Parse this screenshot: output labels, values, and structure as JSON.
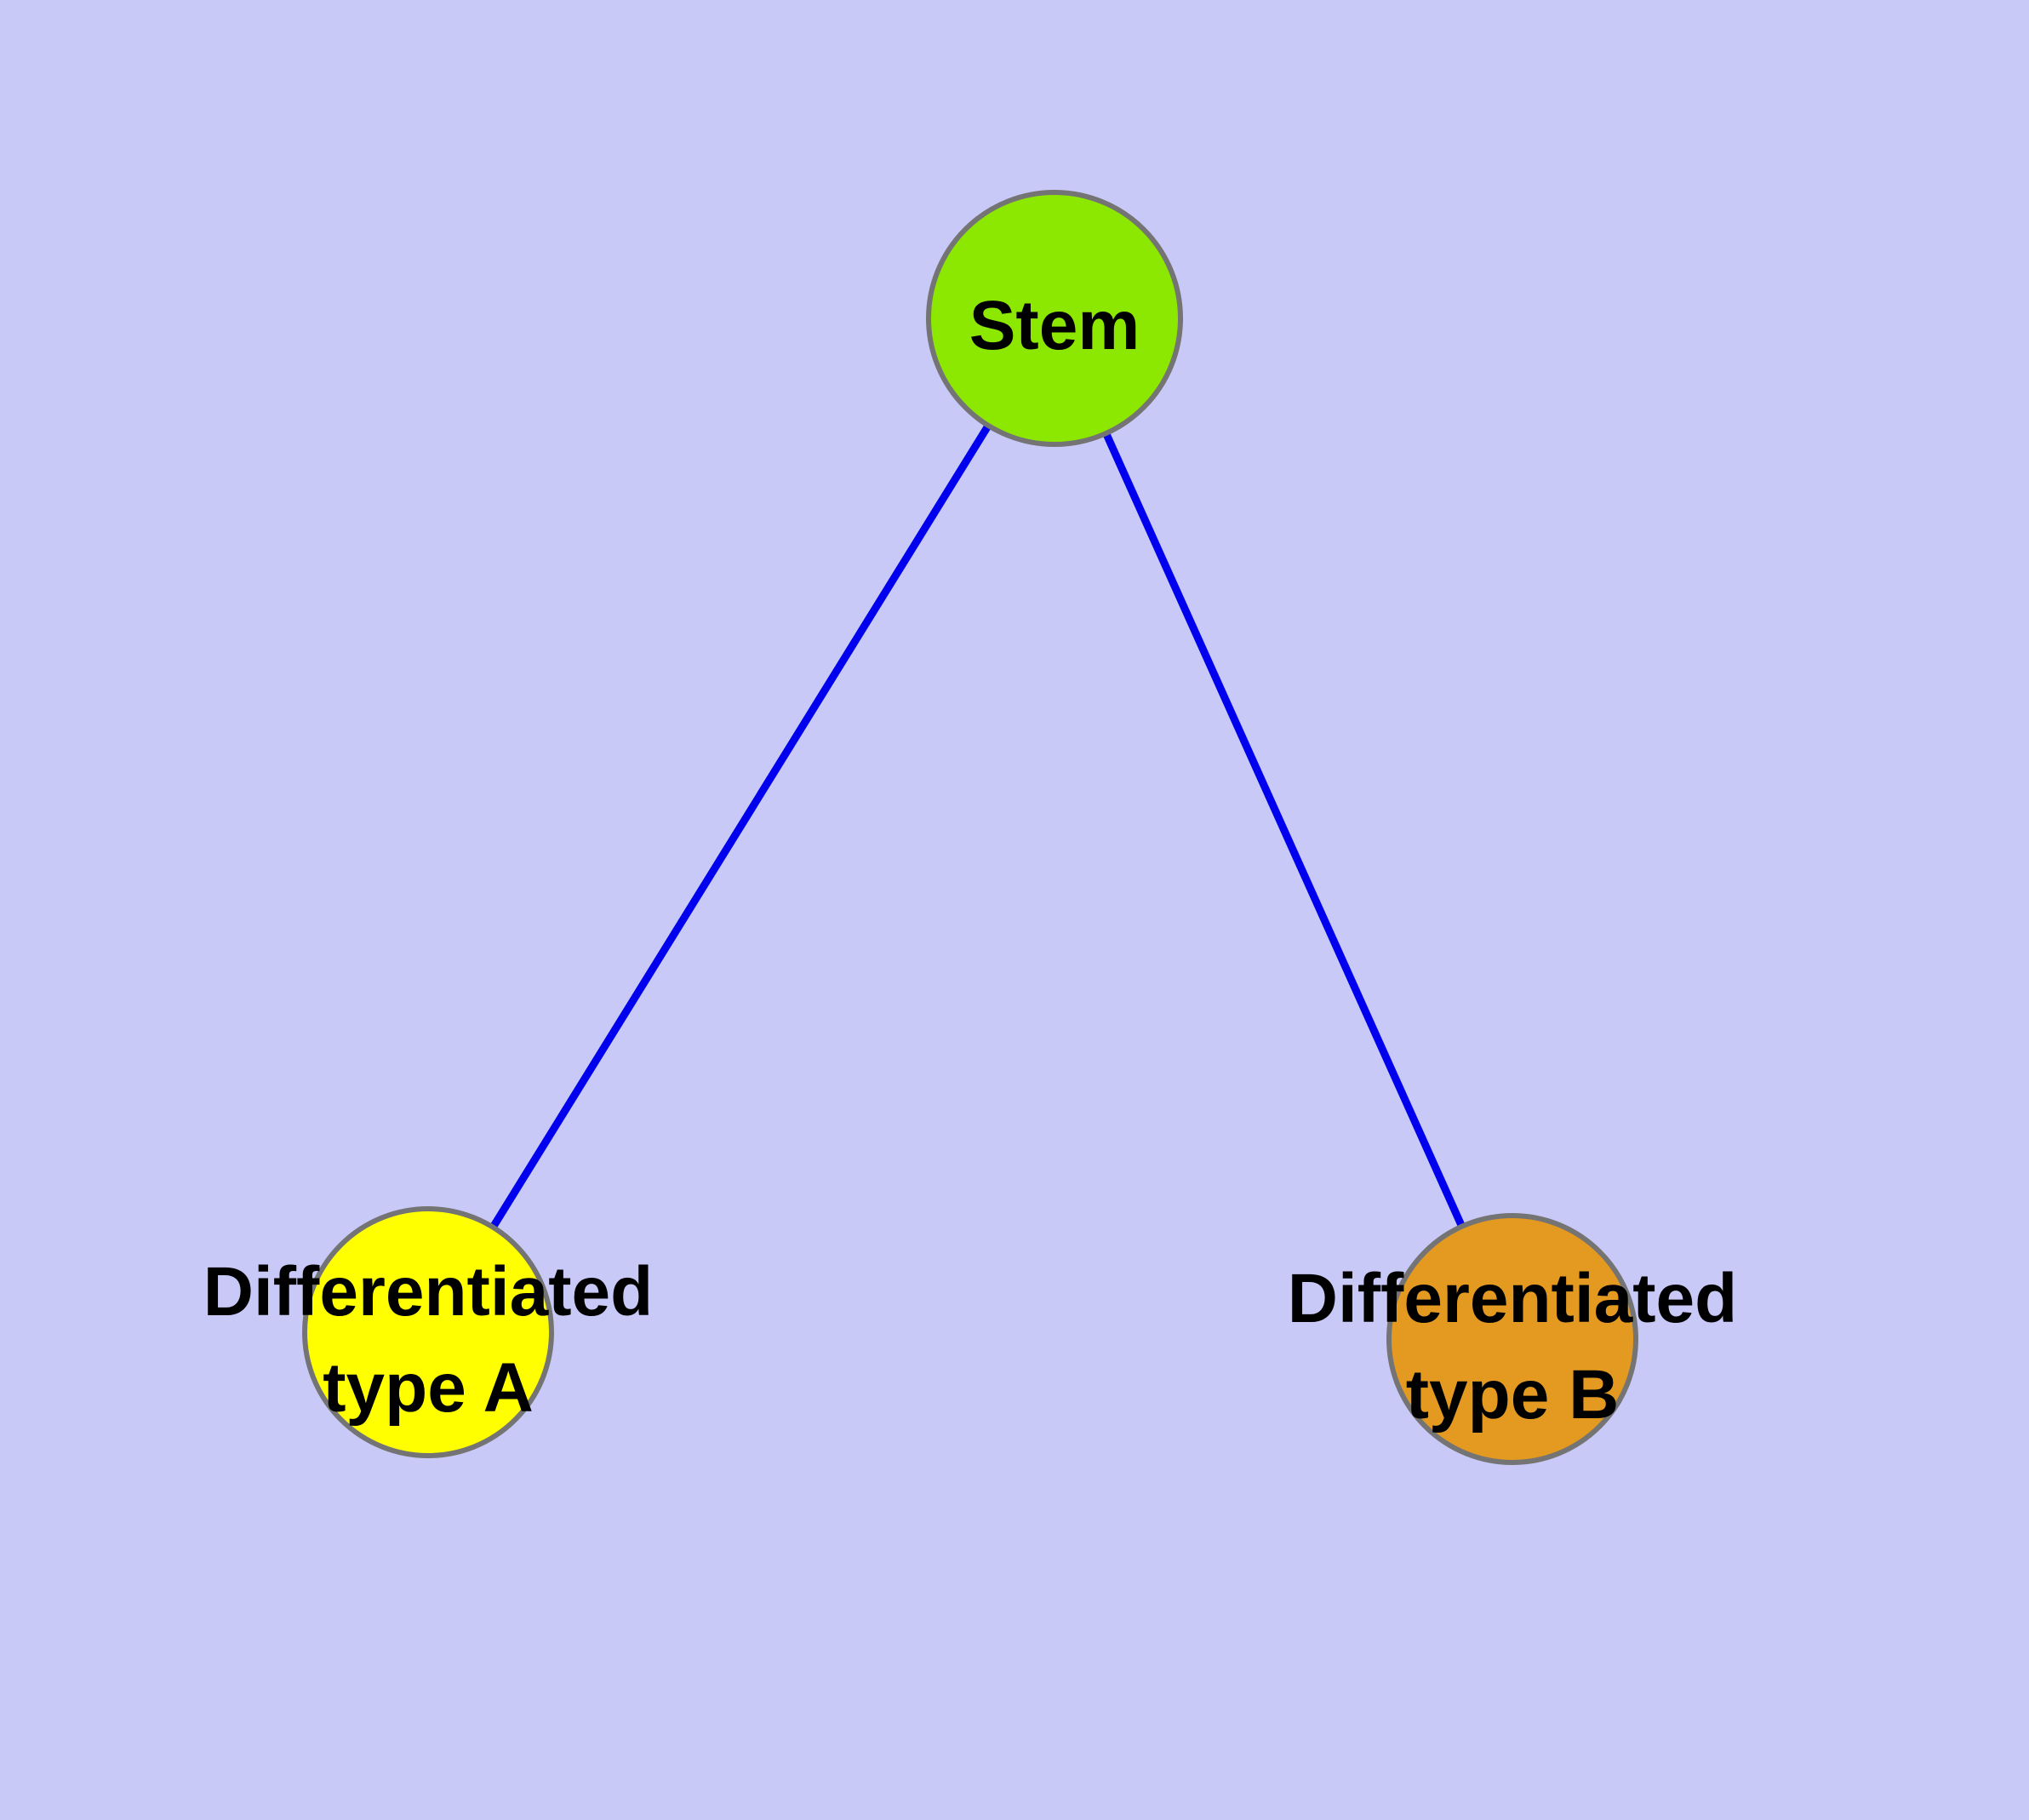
{
  "diagram": {
    "type": "node-link-graph",
    "background_color": "#C9C9F7",
    "text_color": "#000000",
    "edge_color": "#0000EE",
    "node_border_color": "#747474",
    "nodes": [
      {
        "id": "stem",
        "label": "Stem",
        "label_lines": [
          "Stem"
        ],
        "color": "#8CE800"
      },
      {
        "id": "differentiated-type-a",
        "label": "Differentiated type A",
        "label_lines": [
          "Differentiated",
          "type A"
        ],
        "color": "#FFFF00"
      },
      {
        "id": "differentiated-type-b",
        "label": "Differentiated type B",
        "label_lines": [
          "Differentiated",
          "type B"
        ],
        "color": "#E49A20"
      }
    ],
    "edges": [
      {
        "from": "Stem",
        "to": "Differentiated type A"
      },
      {
        "from": "Stem",
        "to": "Differentiated type B"
      }
    ]
  }
}
